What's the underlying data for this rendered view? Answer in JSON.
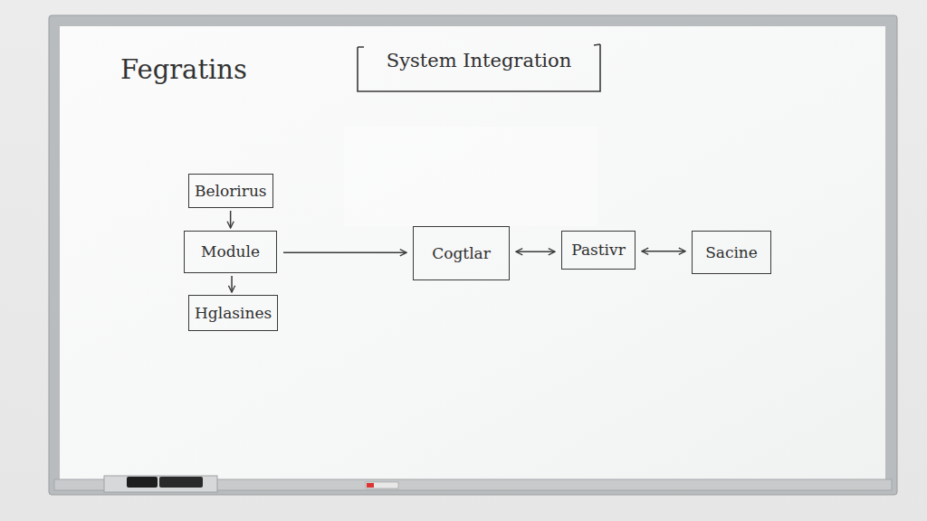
{
  "diagram": {
    "title": "System Integration",
    "nodes": [
      {
        "text": [
          "Belorirus"
        ]
      },
      {
        "text": [
          "Module"
        ]
      },
      {
        "text": [
          "Hglasines"
        ]
      },
      {
        "text": [
          "Cogtlar"
        ]
      },
      {
        "text": [
          "Pastivr"
        ]
      },
      {
        "text": [
          "Sacine"
        ]
      }
    ],
    "edges": [
      {
        "from": 0,
        "to": 1,
        "arrow": "to"
      },
      {
        "from": 1,
        "to": 2,
        "arrow": "to"
      },
      {
        "from": 1,
        "to": 3,
        "arrow": "to"
      },
      {
        "from": 3,
        "to": 4,
        "arrow": "both"
      },
      {
        "from": 4,
        "to": 5,
        "arrow": "both"
      }
    ],
    "labels": [
      "Fegratins"
    ]
  }
}
